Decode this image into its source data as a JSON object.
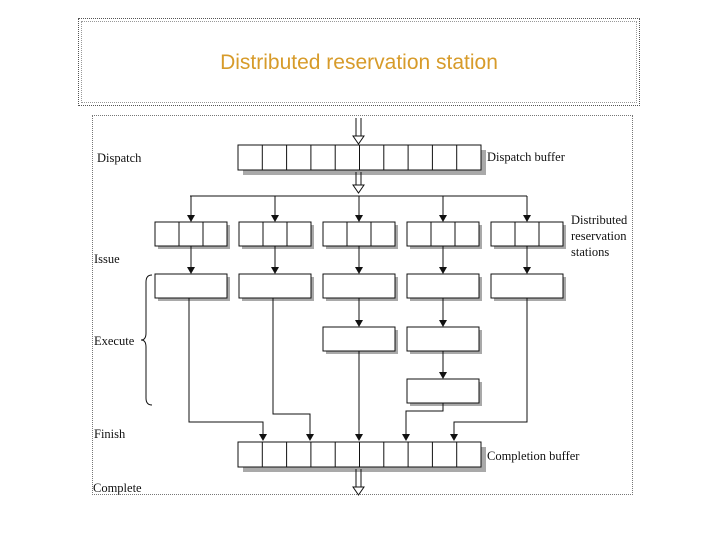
{
  "slide": {
    "title": "Distributed reservation station"
  },
  "diagram": {
    "stage_labels": {
      "dispatch": "Dispatch",
      "issue": "Issue",
      "execute": "Execute",
      "finish": "Finish",
      "complete": "Complete"
    },
    "buffer_labels": {
      "dispatch_buffer": "Dispatch buffer",
      "reservation_stations": [
        "Distributed",
        "reservation",
        "stations"
      ],
      "completion_buffer": "Completion buffer"
    },
    "dispatch_buffer_slots": 10,
    "completion_buffer_slots": 10,
    "reservation_station_count": 5,
    "entries_per_station": 3,
    "pipeline_depths": [
      1,
      1,
      2,
      3,
      1
    ]
  }
}
